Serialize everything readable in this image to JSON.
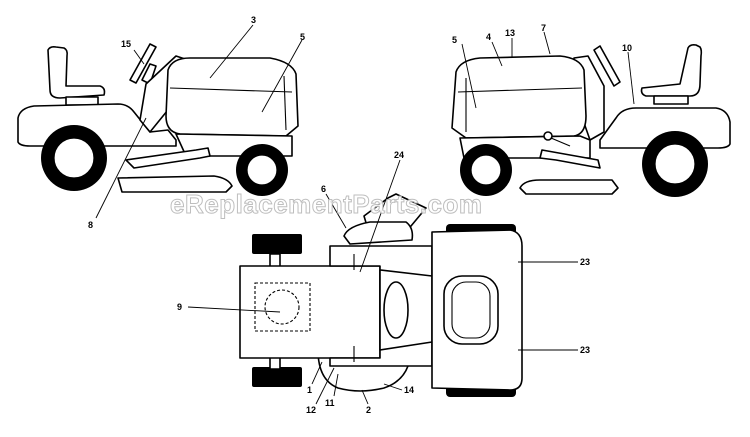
{
  "watermark": "eReplacementParts.com",
  "callouts": {
    "c1": "1",
    "c2": "2",
    "c3": "3",
    "c4": "4",
    "c5a": "5",
    "c5b": "5",
    "c6": "6",
    "c7": "7",
    "c8": "8",
    "c9": "9",
    "c10": "10",
    "c11": "11",
    "c12": "12",
    "c13": "13",
    "c14": "14",
    "c15": "15",
    "c23a": "23",
    "c23b": "23",
    "c24": "24"
  }
}
